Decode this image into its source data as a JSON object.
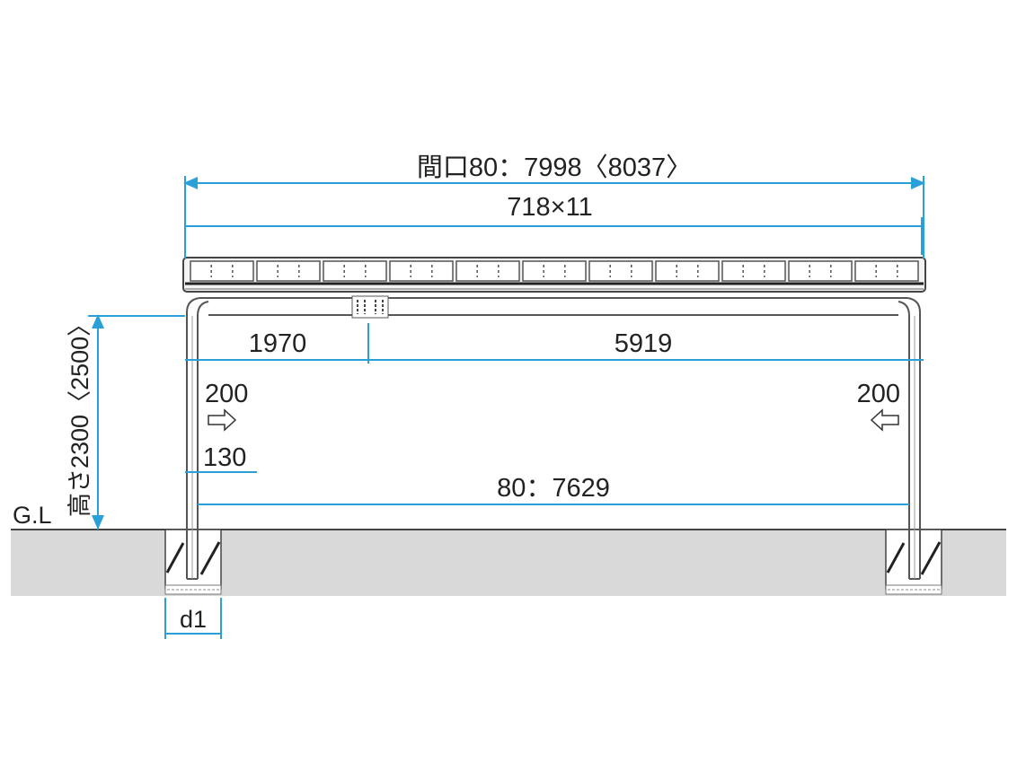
{
  "diagram": {
    "labels": {
      "overall_width": "間口80：7998〈8037〉",
      "panel_spec": "718×11",
      "left_offset": "1970",
      "main_span": "5919",
      "left_inset": "200",
      "right_inset": "200",
      "post_width": "130",
      "clear_span": "80：7629",
      "height": "高さ2300〈2500〉",
      "ground": "G.L",
      "footing": "d1"
    },
    "panel_count": 11,
    "colors": {
      "dimension": "#29a0d8",
      "structure": "#555555",
      "ground": "#d9d9d9"
    },
    "icons": {
      "inset_arrow_left": "outline-arrow-right-icon",
      "inset_arrow_right": "outline-arrow-left-icon"
    }
  }
}
